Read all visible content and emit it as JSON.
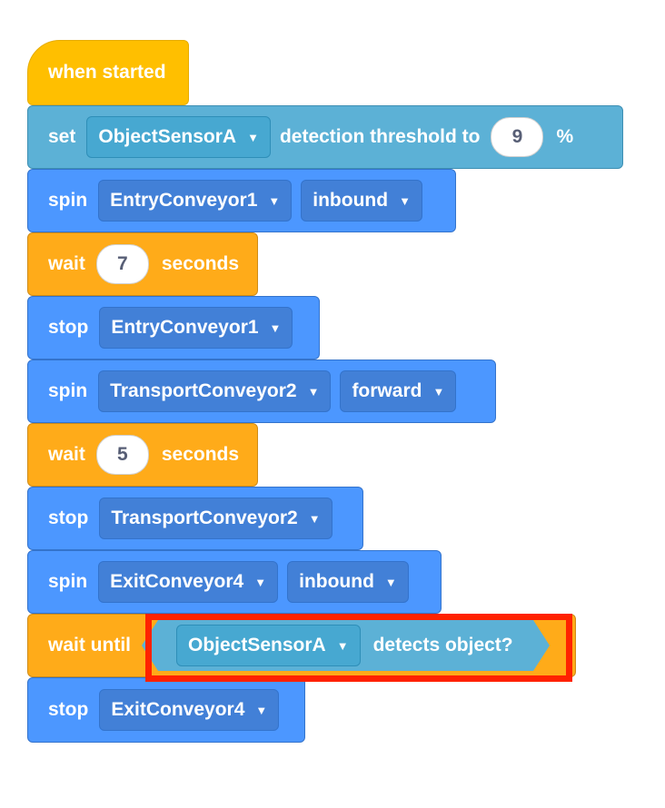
{
  "blocks": {
    "hat": {
      "label": "when started"
    },
    "set_threshold": {
      "label_set": "set",
      "sensor": "ObjectSensorA",
      "label_mid": "detection threshold to",
      "value": "9",
      "unit": "%"
    },
    "spin1": {
      "label": "spin",
      "conveyor": "EntryConveyor1",
      "direction": "inbound"
    },
    "wait1": {
      "label": "wait",
      "value": "7",
      "unit": "seconds"
    },
    "stop1": {
      "label": "stop",
      "conveyor": "EntryConveyor1"
    },
    "spin2": {
      "label": "spin",
      "conveyor": "TransportConveyor2",
      "direction": "forward"
    },
    "wait2": {
      "label": "wait",
      "value": "5",
      "unit": "seconds"
    },
    "stop2": {
      "label": "stop",
      "conveyor": "TransportConveyor2"
    },
    "spin3": {
      "label": "spin",
      "conveyor": "ExitConveyor4",
      "direction": "inbound"
    },
    "wait_until": {
      "label": "wait until",
      "sensor": "ObjectSensorA",
      "condition": "detects object?"
    },
    "stop3": {
      "label": "stop",
      "conveyor": "ExitConveyor4"
    }
  },
  "colors": {
    "event": "#FFBF00",
    "looks": "#5CB1D6",
    "motion": "#4C97FF",
    "control": "#FFAB19",
    "highlight": "#FF2200"
  },
  "icons": {
    "dropdown": "triangle-down-icon"
  }
}
